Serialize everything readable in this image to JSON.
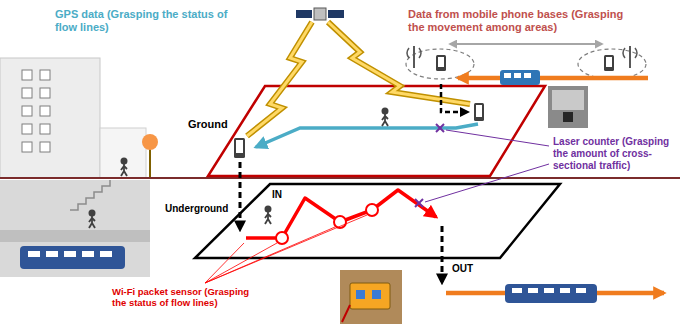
{
  "diagram": {
    "labels": [
      "GPS data (Grasping the status of flow lines)",
      "Data from mobile phone bases (Grasping the movement among areas)",
      "Ground",
      "Laser counter (Grasping the amount of cross-sectional traffic)",
      "IN",
      "Underground",
      "OUT",
      "Wi-Fi packet sensor (Grasping the status of flow lines)"
    ]
  }
}
